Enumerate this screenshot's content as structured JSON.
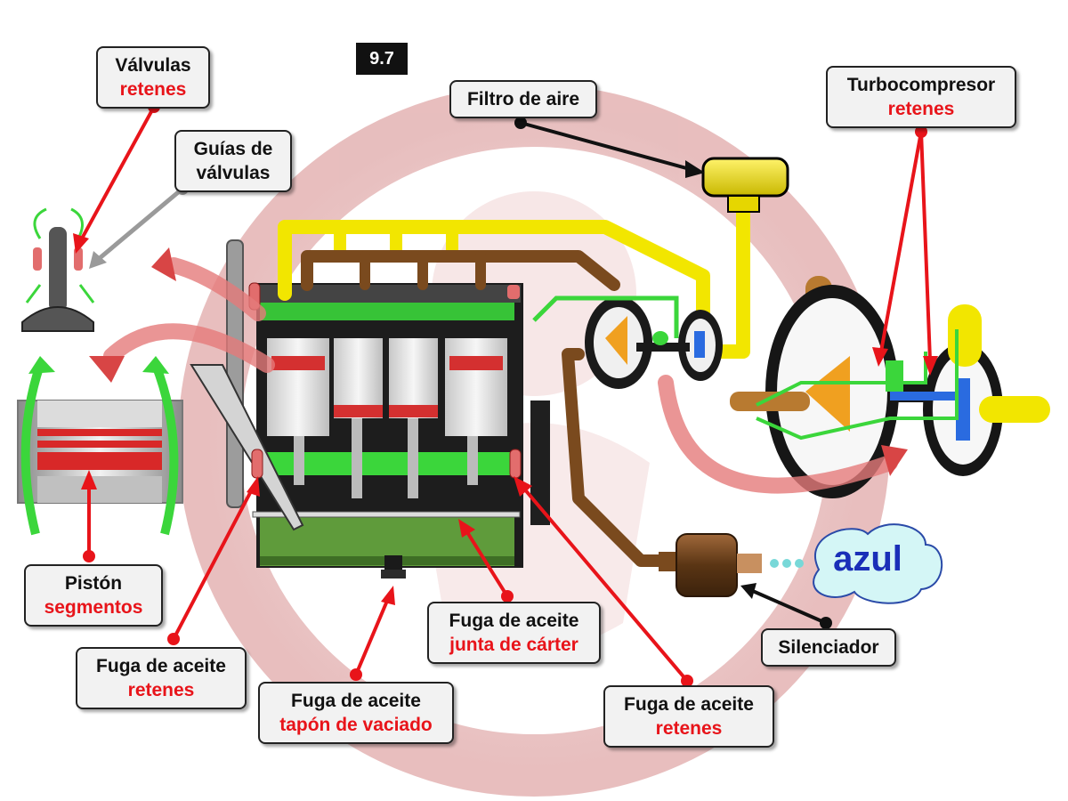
{
  "badge": "9.7",
  "smoke_label": "azul",
  "labels": {
    "valvulas": {
      "title": "Válvulas",
      "sub": "retenes"
    },
    "guias": {
      "line1": "Guías de",
      "line2": "válvulas"
    },
    "filtro": {
      "title": "Filtro de aire"
    },
    "turbo": {
      "title": "Turbocompresor",
      "sub": "retenes"
    },
    "piston": {
      "title": "Pistón",
      "sub": "segmentos"
    },
    "fuga_retenes_left": {
      "title": "Fuga de aceite",
      "sub": "retenes"
    },
    "fuga_tapon": {
      "title": "Fuga de aceite",
      "sub": "tapón de vaciado"
    },
    "fuga_junta": {
      "title": "Fuga de aceite",
      "sub": "junta de cárter"
    },
    "fuga_retenes_right": {
      "title": "Fuga de aceite",
      "sub": "retenes"
    },
    "silenciador": {
      "title": "Silenciador"
    }
  },
  "colors": {
    "pointer_red": "#e8141a",
    "pointer_black": "#111111",
    "pointer_grey": "#9a9a9a",
    "oil_green": "#38d838",
    "intake_yellow": "#f2e600",
    "exhaust_brown": "#7a4a1e",
    "engine_block": "#2a2a2a",
    "smoke_blue": "#1a2fb8",
    "watermark_pink": "#e3b5b5"
  }
}
